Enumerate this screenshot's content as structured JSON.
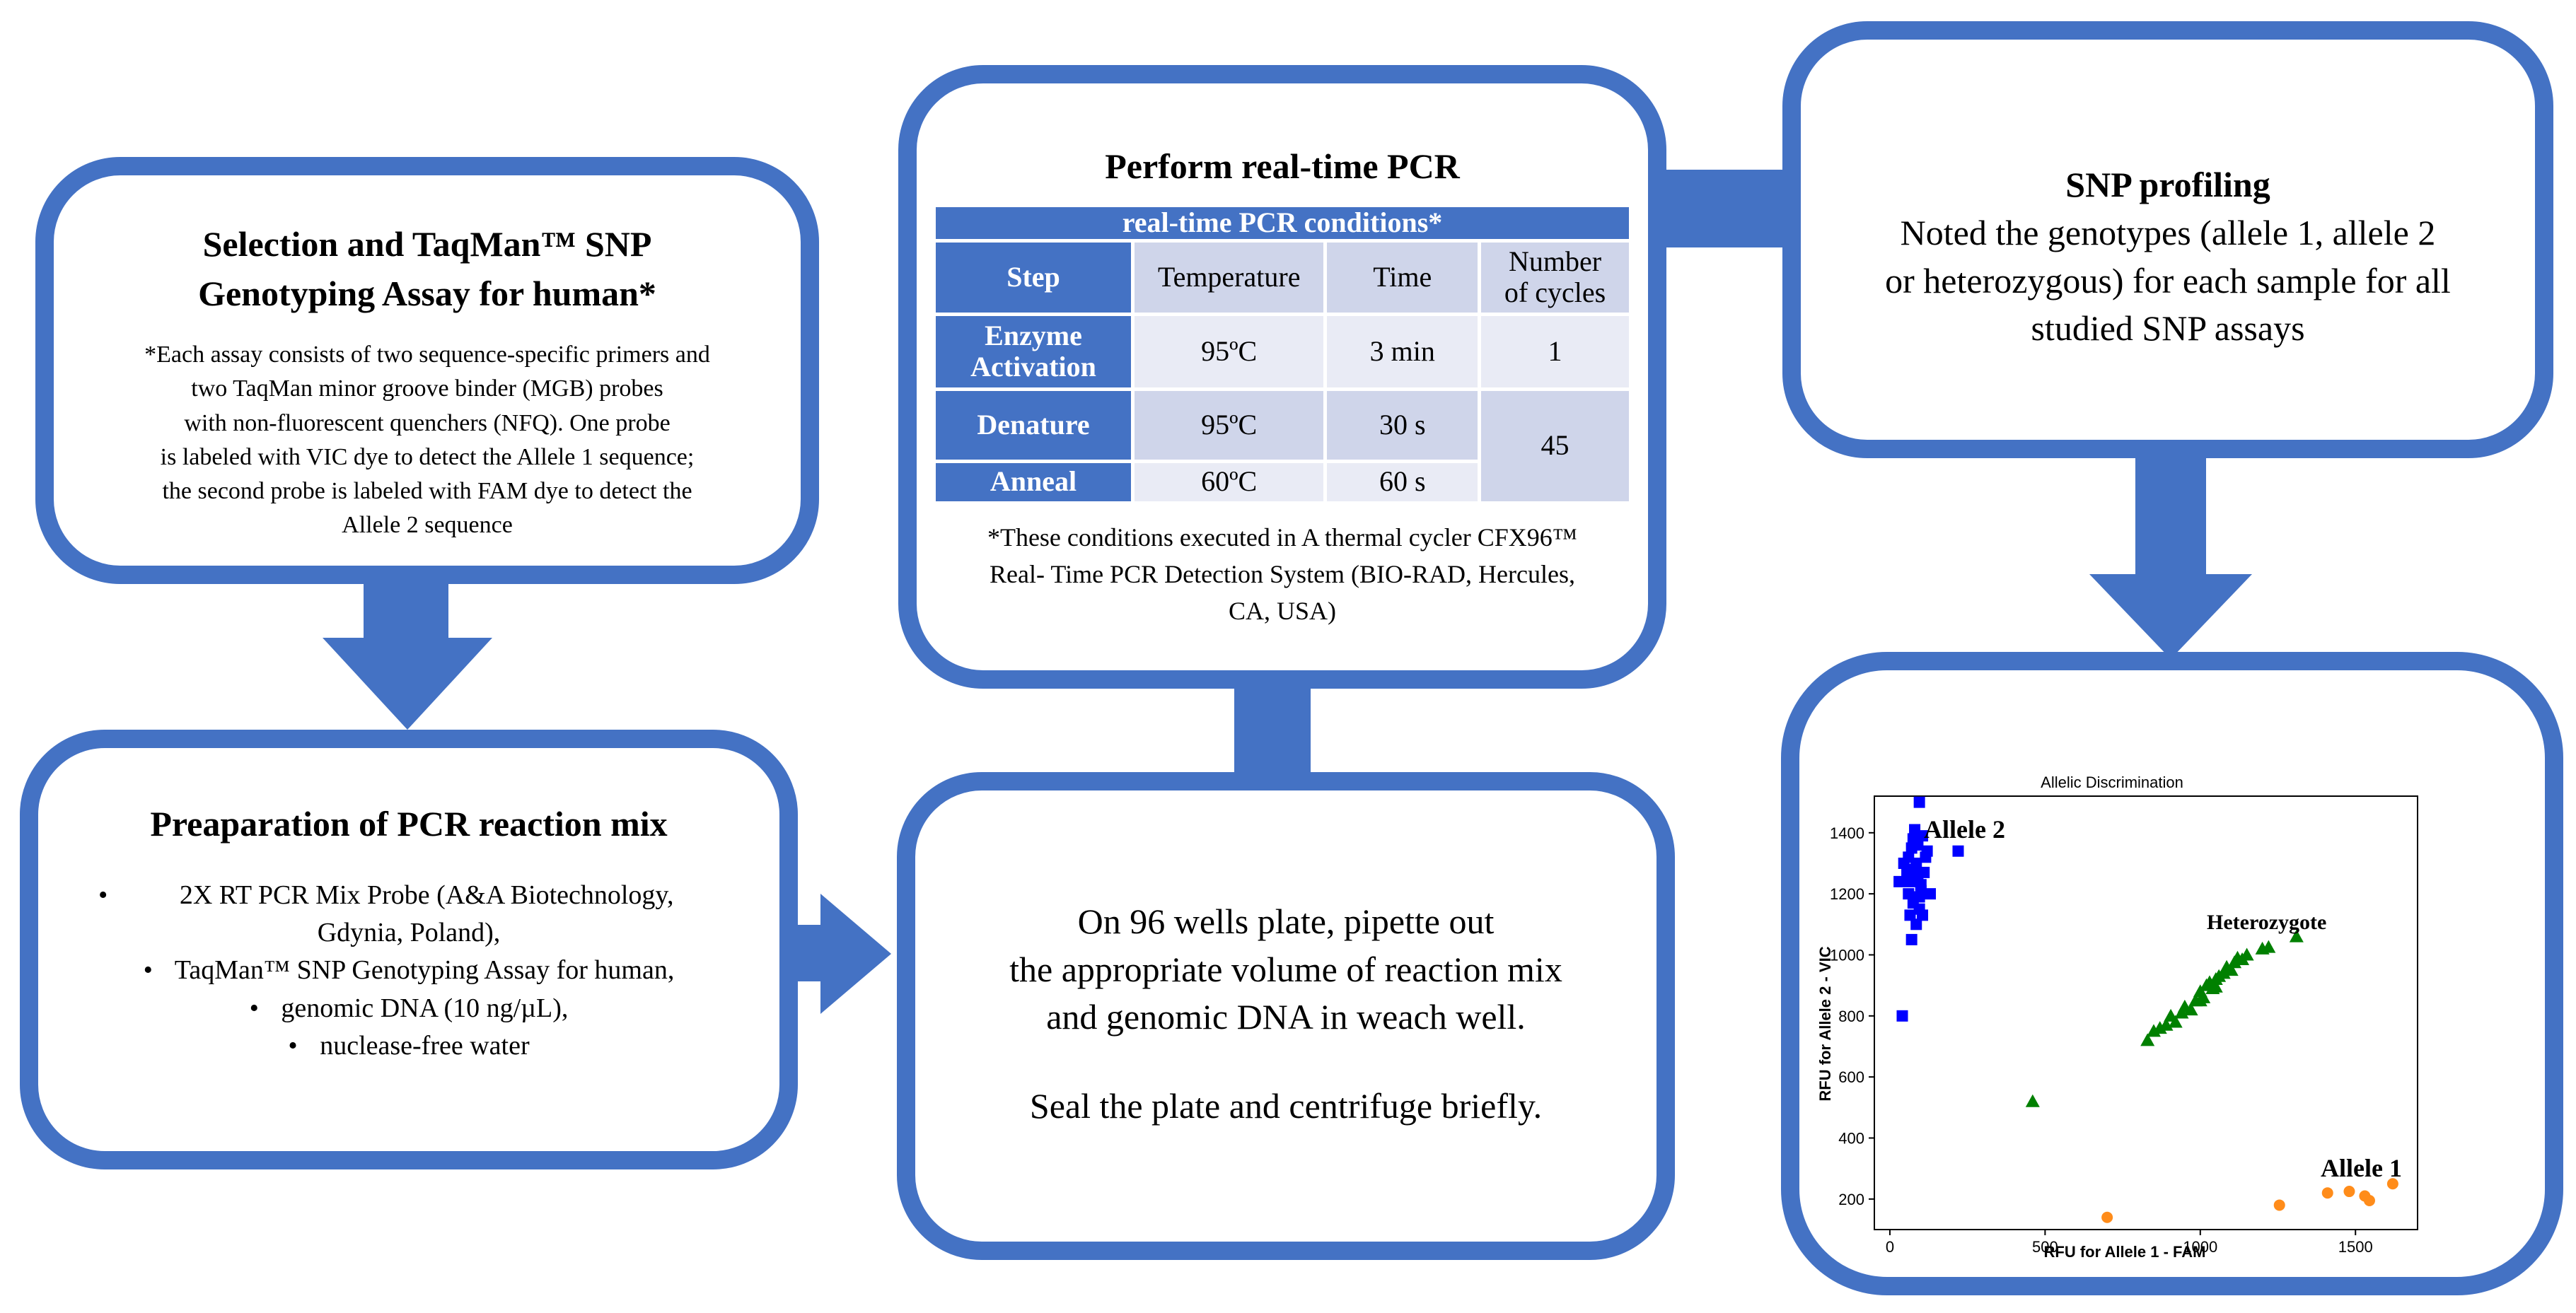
{
  "selection": {
    "title_line1": "Selection and TaqMan™ SNP",
    "title_line2": "Genotyping Assay for human*",
    "note_lines": [
      "*Each assay consists of two sequence-specific primers and",
      "two TaqMan minor groove binder (MGB) probes",
      "with non-fluorescent quenchers (NFQ). One probe",
      "is labeled with VIC dye to detect the Allele 1 sequence;",
      "the second probe is labeled with FAM dye to detect the",
      "Allele 2 sequence"
    ]
  },
  "prep": {
    "title": "Preaparation of PCR reaction mix",
    "bullet": "•",
    "items": [
      "2X RT PCR Mix Probe (A&A Biotechnology,",
      "Gdynia, Poland),",
      "TaqMan™ SNP Genotyping Assay for human,",
      "genomic DNA (10 ng/µL),",
      "nuclease-free water"
    ]
  },
  "pcr": {
    "title": "Perform real-time PCR",
    "table_title": "real-time PCR conditions*",
    "headers": {
      "step": "Step",
      "temperature": "Temperature",
      "time": "Time",
      "cycles_line1": "Number",
      "cycles_line2": "of cycles"
    },
    "rows": {
      "enzyme_line1": "Enzyme",
      "enzyme_line2": "Activation",
      "enzyme_temp": "95ºC",
      "enzyme_time": "3 min",
      "enzyme_cycles": "1",
      "denature": "Denature",
      "denature_temp": "95ºC",
      "denature_time": "30 s",
      "shared_cycles": "45",
      "anneal": "Anneal",
      "anneal_temp": "60ºC",
      "anneal_time": "60 s"
    },
    "note_lines": [
      "*These conditions executed in A thermal cycler CFX96™",
      "Real- Time PCR Detection System (BIO-RAD, Hercules,",
      "CA, USA)"
    ]
  },
  "pipette": {
    "lines": [
      "On 96 wells plate, pipette out",
      "the appropriate volume of reaction mix",
      "and genomic DNA in weach well."
    ],
    "seal": "Seal the plate and centrifuge briefly."
  },
  "snp": {
    "title": "SNP profiling",
    "lines": [
      "Noted the genotypes (allele 1, allele 2",
      "or heterozygous) for each sample for all",
      "studied SNP assays"
    ]
  },
  "colors": {
    "accent": "#4472c4",
    "table_dark": "#4472c4",
    "table_light": "#e9ebf5",
    "table_mid": "#cfd5ea",
    "allele2": "#0000ff",
    "heterozygote": "#008000",
    "allele1": "#ff8c1a"
  },
  "chart_data": {
    "type": "scatter",
    "title": "Allelic Discrimination",
    "xlabel": "RFU for Allele 1 - FAM",
    "ylabel": "RFU for Allele 2 - VIC",
    "xlim": [
      -50,
      1700
    ],
    "ylim": [
      100,
      1520
    ],
    "xticks": [
      0,
      500,
      1000,
      1500
    ],
    "yticks": [
      200,
      400,
      600,
      800,
      1000,
      1200,
      1400
    ],
    "grid": false,
    "series": [
      {
        "name": "Allele 2",
        "marker": "square",
        "color": "#0000ff",
        "points": [
          [
            95,
            1500
          ],
          [
            220,
            1340
          ],
          [
            45,
            1300
          ],
          [
            30,
            1240
          ],
          [
            60,
            1320
          ],
          [
            70,
            1350
          ],
          [
            75,
            1380
          ],
          [
            80,
            1410
          ],
          [
            85,
            1300
          ],
          [
            90,
            1260
          ],
          [
            100,
            1230
          ],
          [
            110,
            1270
          ],
          [
            115,
            1320
          ],
          [
            120,
            1340
          ],
          [
            60,
            1200
          ],
          [
            75,
            1170
          ],
          [
            95,
            1150
          ],
          [
            100,
            1210
          ],
          [
            130,
            1200
          ],
          [
            85,
            1100
          ],
          [
            65,
            1130
          ],
          [
            105,
            1130
          ],
          [
            70,
            1050
          ],
          [
            40,
            800
          ],
          [
            55,
            1270
          ],
          [
            65,
            1240
          ],
          [
            80,
            1280
          ],
          [
            90,
            1360
          ],
          [
            105,
            1390
          ],
          [
            95,
            1190
          ]
        ]
      },
      {
        "name": "Heterozygote",
        "marker": "triangle",
        "color": "#008000",
        "points": [
          [
            460,
            520
          ],
          [
            830,
            720
          ],
          [
            850,
            750
          ],
          [
            870,
            760
          ],
          [
            890,
            770
          ],
          [
            905,
            800
          ],
          [
            920,
            780
          ],
          [
            940,
            810
          ],
          [
            950,
            830
          ],
          [
            970,
            820
          ],
          [
            985,
            850
          ],
          [
            1000,
            880
          ],
          [
            1010,
            860
          ],
          [
            1020,
            900
          ],
          [
            1030,
            910
          ],
          [
            1040,
            890
          ],
          [
            1050,
            920
          ],
          [
            1060,
            930
          ],
          [
            1075,
            940
          ],
          [
            1085,
            960
          ],
          [
            1100,
            950
          ],
          [
            1110,
            975
          ],
          [
            1120,
            990
          ],
          [
            1135,
            985
          ],
          [
            1150,
            1000
          ],
          [
            1200,
            1020
          ],
          [
            1220,
            1025
          ],
          [
            1310,
            1060
          ],
          [
            1000,
            850
          ],
          [
            1050,
            895
          ]
        ]
      },
      {
        "name": "Allele 1",
        "marker": "circle",
        "color": "#ff8c1a",
        "points": [
          [
            700,
            140
          ],
          [
            1255,
            180
          ],
          [
            1410,
            220
          ],
          [
            1480,
            225
          ],
          [
            1530,
            210
          ],
          [
            1545,
            195
          ],
          [
            1620,
            250
          ]
        ]
      }
    ]
  }
}
